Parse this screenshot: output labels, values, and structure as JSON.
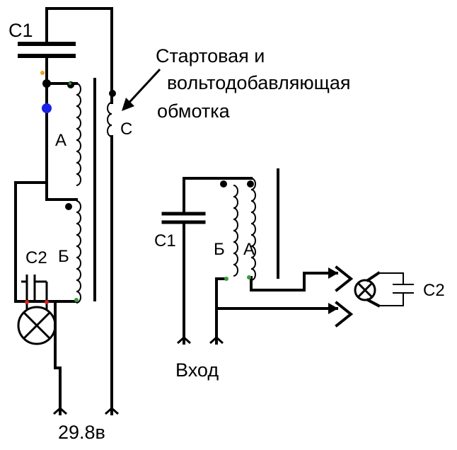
{
  "labels": {
    "c1_left": "C1",
    "annotation_line1": "Стартовая и",
    "annotation_line2": "вольтодобавляющая",
    "annotation_line3": "обмотка",
    "coil_c": "C",
    "coil_a_left": "А",
    "coil_b_left": "Б",
    "c2_left": "C2",
    "voltage": "29.8в",
    "c1_right": "C1",
    "coil_b_right": "Б",
    "coil_a_right": "А",
    "c2_right": "C2",
    "input": "Вход"
  },
  "colors": {
    "wire": "#000000",
    "dot_blue": "#1a22e8",
    "dot_red": "#d42020",
    "dot_green": "#3a9a3a",
    "dot_orange": "#f0a020"
  }
}
